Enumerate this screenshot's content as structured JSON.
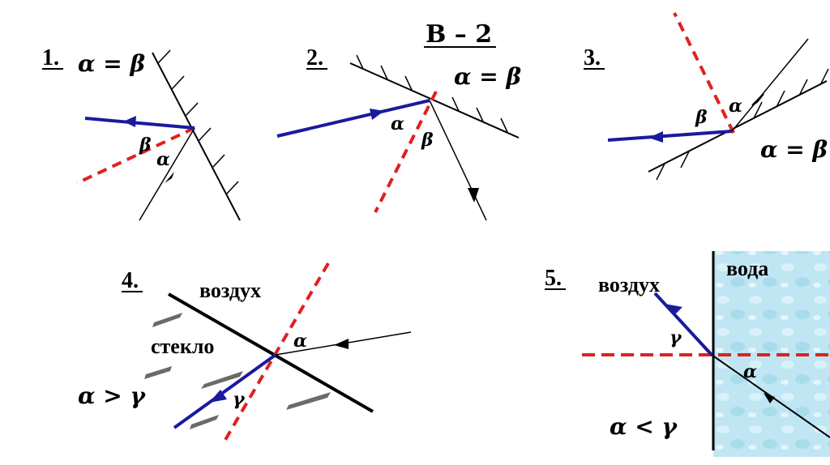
{
  "title": "В – 2",
  "diagrams": [
    {
      "number": "1.",
      "relation": "α = β",
      "angle_a": "α",
      "angle_b": "β"
    },
    {
      "number": "2.",
      "relation": "α = β",
      "angle_a": "α",
      "angle_b": "β"
    },
    {
      "number": "3.",
      "relation": "α = β",
      "angle_a": "α",
      "angle_b": "β"
    },
    {
      "number": "4.",
      "relation": "α > γ",
      "angle_a": "α",
      "angle_b": "γ",
      "medium_top": "воздух",
      "medium_bottom": "стекло"
    },
    {
      "number": "5.",
      "relation": "α < γ",
      "angle_a": "α",
      "angle_b": "γ",
      "medium_left": "воздух",
      "medium_right": "вода"
    }
  ],
  "colors": {
    "ray_blue": "#1a1a9e",
    "normal_red": "#e02020",
    "water": "#bfe6f2",
    "line": "#000000"
  }
}
